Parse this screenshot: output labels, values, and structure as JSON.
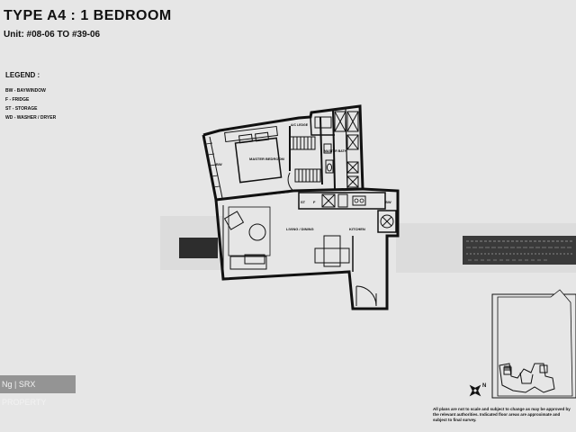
{
  "header": {
    "title": "TYPE  A4  :  1 BEDROOM",
    "units": "Unit: #08-06 TO #39-06"
  },
  "legend": {
    "title": "LEGEND :",
    "items": [
      "BW -  BAYWINDOW",
      "F  -  FRIDGE",
      "ST -  STORAGE",
      "WD -  WASHER / DRYER"
    ]
  },
  "plan": {
    "rooms": {
      "master_bedroom": "MASTER BEDROOM",
      "master_bath": "MASTER BATH",
      "ac_ledge": "A/C LEDGE",
      "living_dining": "LIVING / DINING",
      "kitchen": "KITCHEN"
    },
    "tags": {
      "bw_left": "BW",
      "bw_right": "BW",
      "store": "ST",
      "fridge": "F"
    },
    "compass": "N"
  },
  "watermark": "Ng | SRX PROPERTY",
  "disclaimer": "All plans are not to scale and subject to change as may be approved by the relevant authorities. Indicated floor areas are approximate and subject to final survey."
}
